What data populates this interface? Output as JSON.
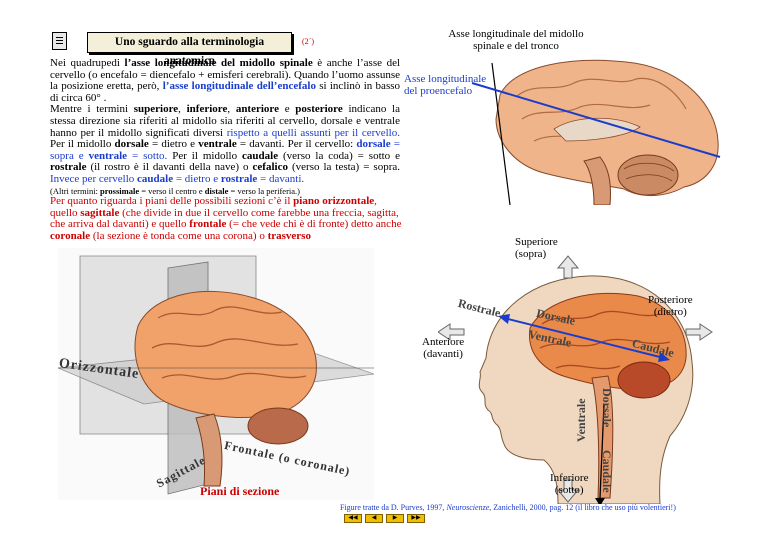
{
  "header": {
    "title": "Uno sguardo alla terminologia anatomica",
    "page_number": "(2´)"
  },
  "labels": {
    "axis_spinal_line1": "Asse longitudinale del midollo",
    "axis_spinal_line2": "spinale e del tronco",
    "axis_brain_line1": "Asse longitudinale",
    "axis_brain_line2": "del proencefalo",
    "superior_line1": "Superiore",
    "superior_line2": "(sopra)",
    "posterior_line1": "Posteriore",
    "posterior_line2": "(dietro)",
    "anterior_line1": "Anteriore",
    "anterior_line2": "(davanti)",
    "inferior_line1": "Inferiore",
    "inferior_line2": "(sotto)",
    "rostrale": "Rostrale",
    "dorsale_h": "Dorsale",
    "ventrale_h": "Ventrale",
    "caudale_h": "Caudale",
    "dorsale_v": "Dorsale",
    "ventrale_v": "Ventrale",
    "caudale_v": "Caudale",
    "orizzontale": "Orizzontale",
    "frontale": "Frontale (o coronale)",
    "sagittale": "Sagittale",
    "piani": "Piani di sezione"
  },
  "para1": {
    "t1": "Nei quadrupedi ",
    "b1": "l’asse longitudinale del midollo spinale",
    "t2": " è anche l’asse del cervello (o encefalo = diencefalo + emisferi cerebrali).    Quando l’uomo assunse la posizione eretta, però, ",
    "b2": "l’asse longitudinale dell’encefalo",
    "t3": " si inclinò in basso di circa 60° .",
    "t4": "Mentre i termini ",
    "b3": "superiore",
    "t5": ", ",
    "b4": "inferiore",
    "t6": ", ",
    "b5": "anteriore",
    "t7": " e ",
    "b6": "posteriore",
    "t8": " indicano la stessa direzione sia riferiti al midollo sia riferiti al cervello,   dorsale e ventrale hanno per il midollo significati diversi ",
    "blue1": "rispetto a quelli assunti per il cervello.",
    "t9": "  Per il midollo ",
    "b7": "dorsale",
    "t10": " = dietro  e ",
    "b8": "ventrale",
    "t11": " = davanti.    Per il cervello: ",
    "bb1": "dorsale",
    "blue2": " = sopra e ",
    "bb2": "ventrale",
    "blue3": " = sotto.",
    "t12": "  Per il midollo ",
    "b9": "caudale",
    "t13": " (verso la coda) = sotto   e ",
    "b10": "rostrale",
    "t14": " (il rostro è il davanti della nave) o ",
    "b11": "cefalico",
    "t15": " (verso la testa) = sopra. ",
    "blue4": " Invece per cervello ",
    "bb3": "caudale",
    "blue5": " = dietro e ",
    "bb4": "rostrale",
    "blue6": " = davanti.",
    "s1": "(Altri termini: ",
    "sb1": "prossimale",
    "s2": " = verso il centro e ",
    "sb2": "distale",
    "s3": " = verso la periferia.)"
  },
  "para2": {
    "t1": "Per quanto riguarda i piani delle possibili sezioni c’è il ",
    "b1": "piano orizzontale",
    "t2": ", quello ",
    "b2": "sagittale",
    "t3": " (che divide in due il cervello come farebbe una freccia, sagitta, che arriva dal davanti)  e quello ",
    "b3": "frontale",
    "t4": " (= che vede chi è di fronte) detto anche ",
    "b4": "coronale",
    "t5": " (la sezione è tonda come una corona) o ",
    "b5": "trasverso"
  },
  "caption": {
    "t1": "Figure tratte da D. Purves, 1997, ",
    "i1": "Neuroscienze",
    "t2": ", Zanichelli,  2000, pag. 12 (il libro che uso più volentieri!)"
  },
  "nav": [
    "◀◀",
    "◀",
    "▶",
    "▶▶"
  ]
}
